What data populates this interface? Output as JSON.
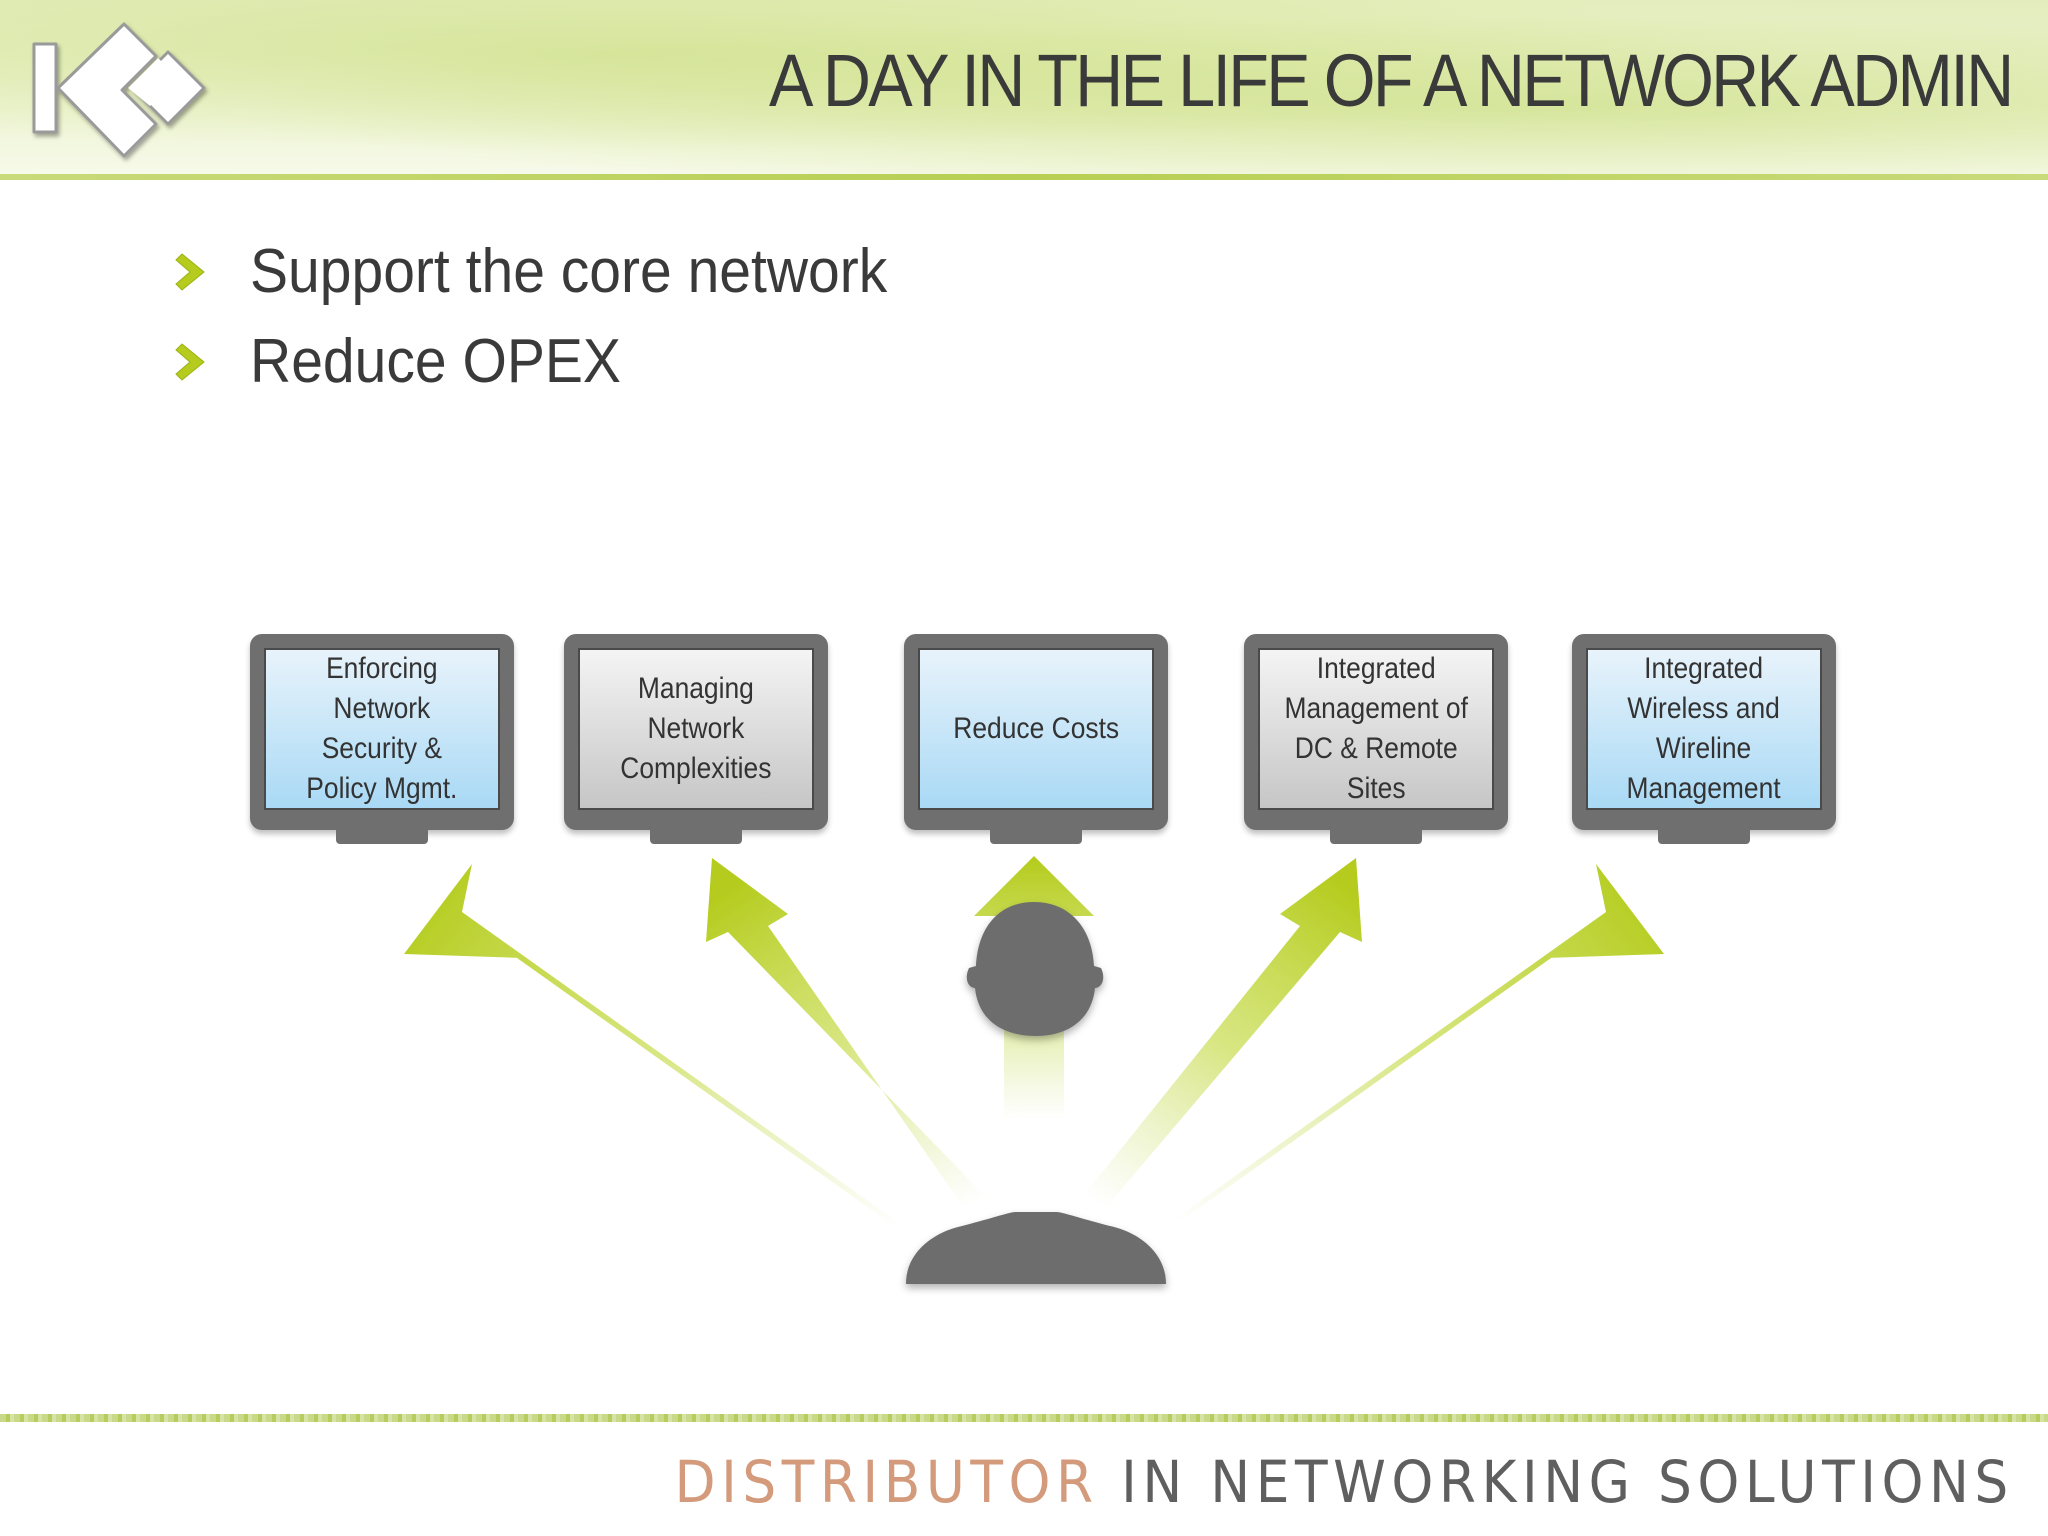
{
  "header": {
    "title": "A DAY IN THE LIFE OF A NETWORK ADMIN"
  },
  "bullets": [
    {
      "text": "Support the core network"
    },
    {
      "text": "Reduce OPEX"
    }
  ],
  "monitors": [
    {
      "label": "Enforcing\nNetwork\nSecurity &\nPolicy Mgmt.",
      "screen": "blue"
    },
    {
      "label": "Managing\nNetwork\nComplexities",
      "screen": "gray"
    },
    {
      "label": "Reduce Costs",
      "screen": "blue"
    },
    {
      "label": "Integrated\nManagement of\nDC & Remote\nSites",
      "screen": "gray"
    },
    {
      "label": "Integrated\nWireless and\nWireline\nManagement",
      "screen": "blue"
    }
  ],
  "footer": {
    "part1": "DISTRIBUTOR",
    "part2": "IN NETWORKING SOLUTIONS"
  },
  "colors": {
    "accent_green": "#b5cc1e",
    "title_gray": "#3a3a3a",
    "monitor_frame": "#6f6f6f",
    "footer_orange": "#d39a7c"
  }
}
